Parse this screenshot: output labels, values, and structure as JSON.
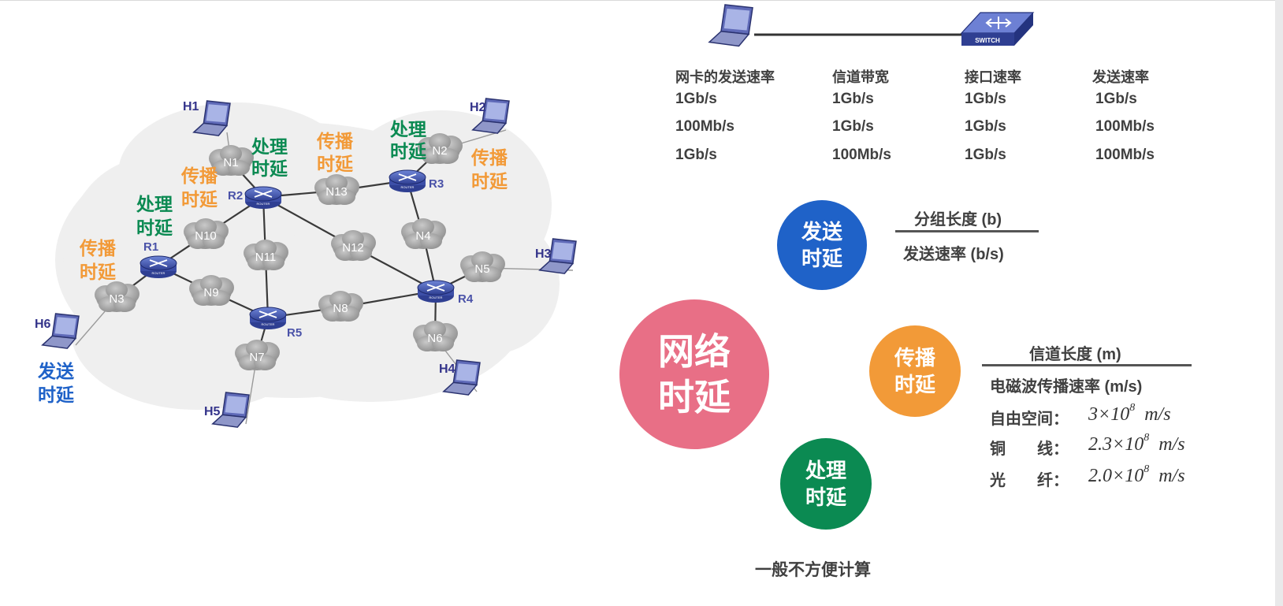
{
  "colors": {
    "processing": "#0b8a52",
    "propagation": "#f29a38",
    "transmission": "#1f62c8",
    "network_delay": "#e86f86",
    "host_label": "#33338a",
    "router_label": "#4a52a8"
  },
  "network": {
    "hosts": [
      "H1",
      "H2",
      "H3",
      "H4",
      "H5",
      "H6"
    ],
    "routers": [
      "R1",
      "R2",
      "R3",
      "R4",
      "R5"
    ],
    "networks": [
      "N1",
      "N2",
      "N3",
      "N4",
      "N5",
      "N6",
      "N7",
      "N8",
      "N9",
      "N10",
      "N11",
      "N12",
      "N13"
    ],
    "router_icon_text": "ROUTER",
    "switch_icon_text": "SWITCH",
    "delay_labels": {
      "processing": [
        "处理",
        "时延"
      ],
      "propagation": [
        "传播",
        "时延"
      ],
      "transmission": [
        "发送",
        "时延"
      ]
    }
  },
  "rates_table": {
    "headers": [
      "网卡的发送速率",
      "信道带宽",
      "接口速率",
      "发送速率"
    ],
    "rows": [
      [
        "1Gb/s",
        "1Gb/s",
        "1Gb/s",
        "1Gb/s"
      ],
      [
        "100Mb/s",
        "1Gb/s",
        "1Gb/s",
        "100Mb/s"
      ],
      [
        "1Gb/s",
        "100Mb/s",
        "1Gb/s",
        "100Mb/s"
      ]
    ]
  },
  "network_delay": {
    "line1": "网络",
    "line2": "时延"
  },
  "transmission_delay": {
    "line1": "发送",
    "line2": "时延",
    "numerator": "分组长度 (b)",
    "denominator": "发送速率 (b/s)"
  },
  "propagation_delay": {
    "line1": "传播",
    "line2": "时延",
    "numerator": "信道长度 (m)",
    "denominator": "电磁波传播速率 (m/s)",
    "media": [
      {
        "label": "自由空间：",
        "mantissa": "3",
        "exp": "8",
        "unit": "m/s"
      },
      {
        "label": "铜　　线：",
        "mantissa": "2.3",
        "exp": "8",
        "unit": "m/s"
      },
      {
        "label": "光　　纤：",
        "mantissa": "2.0",
        "exp": "8",
        "unit": "m/s"
      }
    ]
  },
  "processing_delay": {
    "line1": "处理",
    "line2": "时延",
    "note": "一般不方便计算"
  }
}
